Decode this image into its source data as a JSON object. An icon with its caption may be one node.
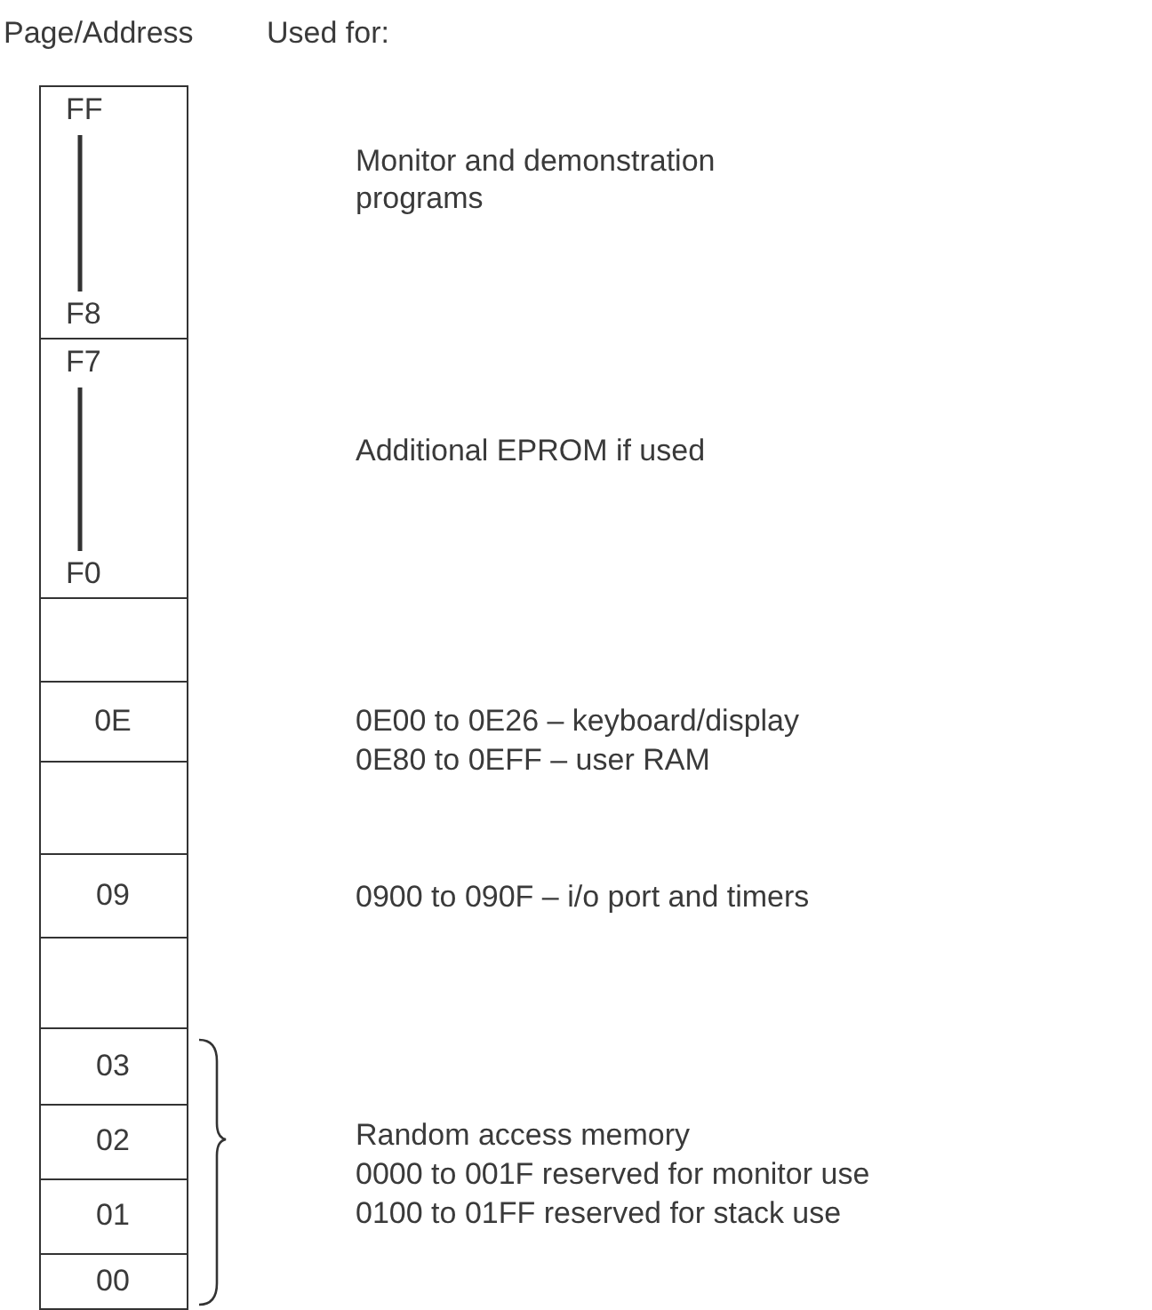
{
  "diagram": {
    "nodes": [
      {
        "text": [
          "FF",
          "F8"
        ]
      },
      {
        "text": [
          "F7",
          "F0"
        ]
      },
      {
        "text": [],
        "shape": "box"
      },
      {
        "text": [
          "0E"
        ]
      },
      {
        "text": [],
        "shape": "box"
      },
      {
        "text": [
          "09"
        ]
      },
      {
        "text": [],
        "shape": "box"
      },
      {
        "text": [
          "03"
        ]
      },
      {
        "text": [
          "02"
        ]
      },
      {
        "text": [
          "01"
        ]
      },
      {
        "text": [
          "00"
        ]
      }
    ],
    "edges": [],
    "labels": [
      "Page/Address",
      "Used for:",
      "Monitor and demonstration programs",
      "Additional EPROM if used",
      "0E00 to 0E26 – keyboard/display",
      "0E80 to 0EFF – user RAM",
      "0900 to 090F – i/o port and timers",
      "Random access memory",
      "0000 to 001F reserved for monitor use",
      "0100 to 01FF reserved for stack use"
    ]
  }
}
